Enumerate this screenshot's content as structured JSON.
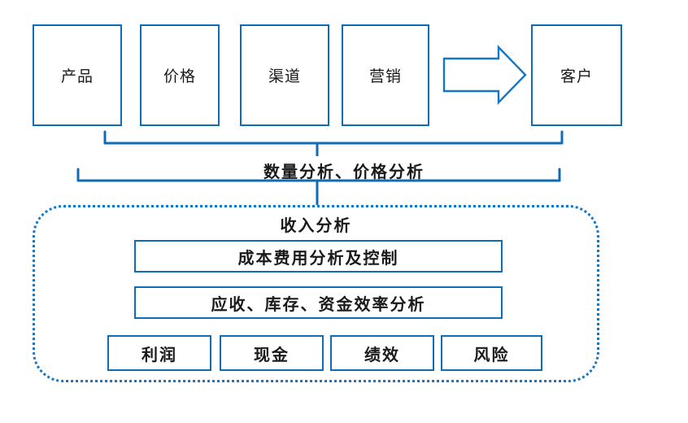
{
  "diagram": {
    "title": "收入分析",
    "accent_color": "#0f6cb6",
    "dotted_color": "#1476c6",
    "text_color": "#1a1a1a",
    "top_row": {
      "boxes": [
        {
          "label": "产品"
        },
        {
          "label": "价格"
        },
        {
          "label": "渠道"
        },
        {
          "label": "营销"
        }
      ],
      "arrow": {
        "name": "right-block-arrow"
      },
      "target": {
        "label": "客户"
      }
    },
    "middle_caption": "数量分析、价格分析",
    "revenue_section": {
      "heading": "收入分析",
      "wide_boxes": [
        {
          "label": "成本费用分析及控制"
        },
        {
          "label": "应收、库存、资金效率分析"
        }
      ],
      "metric_boxes": [
        {
          "label": "利润"
        },
        {
          "label": "现金"
        },
        {
          "label": "绩效"
        },
        {
          "label": "风险"
        }
      ]
    }
  }
}
